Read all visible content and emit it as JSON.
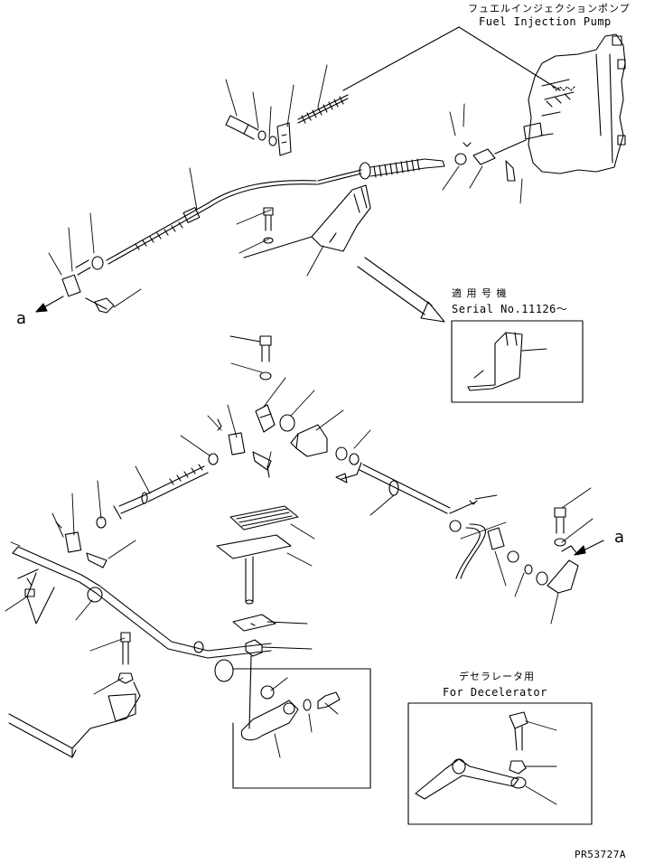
{
  "labels": {
    "pump_jp": "フュエルインジェクションポンプ",
    "pump_en": "Fuel Injection Pump",
    "serial_jp": "適 用 号 機",
    "serial_en": "Serial No.11126～",
    "decel_jp": "デセラレータ用",
    "decel_en": "For Decelerator",
    "callout_a_left": "a",
    "callout_a_right": "a",
    "drawing_no": "PR53727A"
  },
  "colors": {
    "line": "#000000",
    "background": "#ffffff"
  }
}
